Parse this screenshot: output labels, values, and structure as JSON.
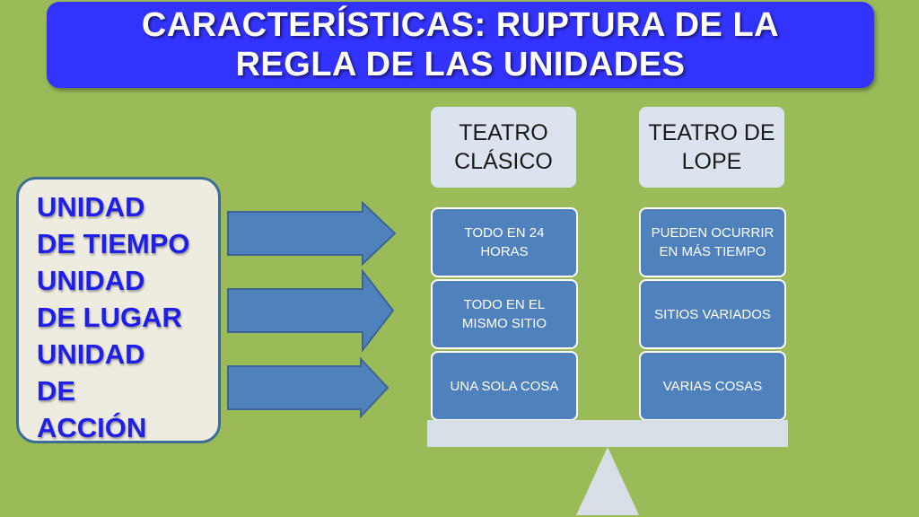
{
  "title": {
    "line1": "CARACTERÍSTICAS: RUPTURA DE LA",
    "line2": "REGLA DE LAS UNIDADES"
  },
  "units": {
    "lines": [
      "UNIDAD",
      "DE TIEMPO",
      "UNIDAD",
      "DE LUGAR",
      "UNIDAD",
      "DE",
      "ACCIÓN"
    ]
  },
  "columns": [
    {
      "header": [
        "TEATRO",
        "CLÁSICO"
      ],
      "cells": [
        [
          "TODO EN 24",
          "HORAS"
        ],
        [
          "TODO EN EL",
          "MISMO SITIO"
        ],
        [
          "UNA SOLA COSA"
        ]
      ]
    },
    {
      "header": [
        "TEATRO DE",
        "LOPE"
      ],
      "cells": [
        [
          "PUEDEN OCURRIR",
          "EN MÁS TIEMPO"
        ],
        [
          "SITIOS VARIADOS"
        ],
        [
          "VARIAS COSAS"
        ]
      ]
    }
  ],
  "colors": {
    "background": "#9bbb59",
    "title_box": "#3333ff",
    "unit_text": "#1f1fe8",
    "cell": "#4f81bd",
    "header": "#dbe4ee",
    "arrow": "#4f81bd",
    "scale": "#d8dee6"
  }
}
